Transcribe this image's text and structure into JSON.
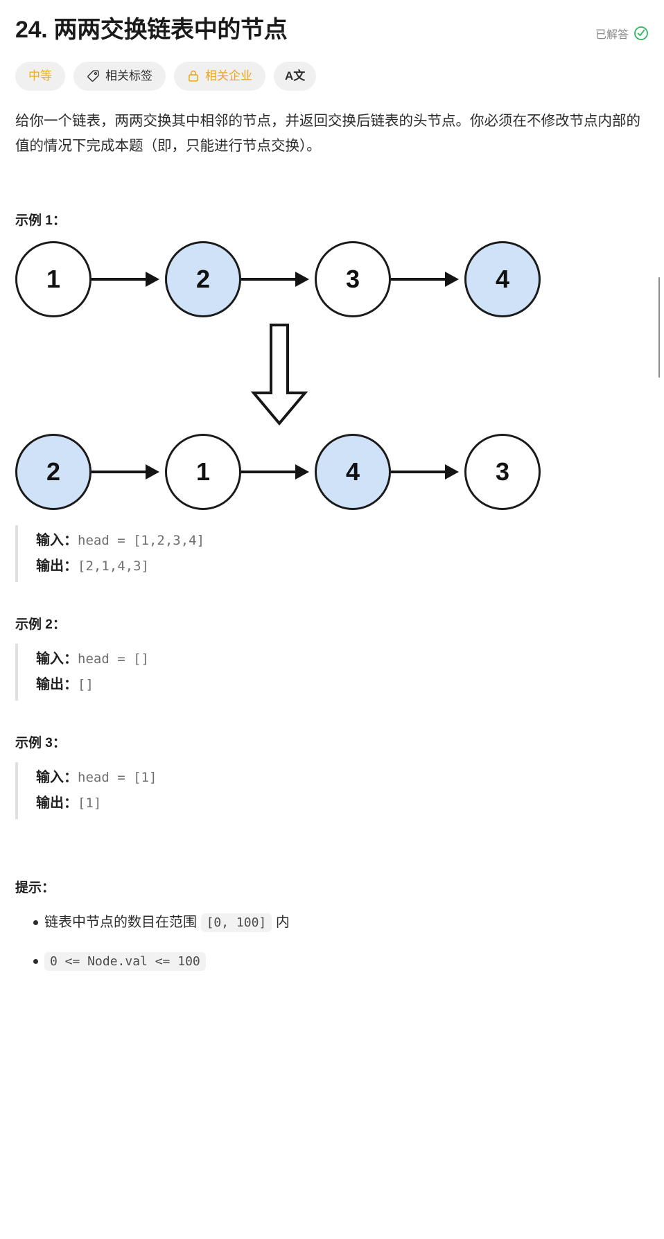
{
  "header": {
    "title": "24. 两两交换链表中的节点",
    "status_label": "已解答",
    "status_icon": "check-circle-icon",
    "status_color": "#2db55d"
  },
  "badges": [
    {
      "label": "中等",
      "icon": null,
      "color": "#f0ad19",
      "name": "difficulty-badge"
    },
    {
      "label": "相关标签",
      "icon": "tag-icon",
      "color": "#2e2e2e",
      "name": "related-tags-badge"
    },
    {
      "label": "相关企业",
      "icon": "lock-icon",
      "color": "#eba417",
      "name": "related-companies-badge"
    },
    {
      "label": "A文",
      "icon": "translate-icon",
      "color": "#2e2e2e",
      "name": "translate-badge"
    }
  ],
  "description": "给你一个链表，两两交换其中相邻的节点，并返回交换后链表的头节点。你必须在不修改节点内部的值的情况下完成本题（即，只能进行节点交换）。",
  "examples": [
    {
      "heading": "示例 1：",
      "has_figure": true,
      "figure": {
        "alt": "linked-list-swap-diagram",
        "before": [
          {
            "value": "1",
            "highlight": false
          },
          {
            "value": "2",
            "highlight": true
          },
          {
            "value": "3",
            "highlight": false
          },
          {
            "value": "4",
            "highlight": true
          }
        ],
        "after": [
          {
            "value": "2",
            "highlight": true
          },
          {
            "value": "1",
            "highlight": false
          },
          {
            "value": "4",
            "highlight": true
          },
          {
            "value": "3",
            "highlight": false
          }
        ],
        "highlight_color": "#cfe2f7",
        "node_border_color": "#1b1b1b",
        "transform_arrow": "down-arrow-icon"
      },
      "input_label": "输入：",
      "input_value": "head = [1,2,3,4]",
      "output_label": "输出：",
      "output_value": "[2,1,4,3]"
    },
    {
      "heading": "示例 2：",
      "has_figure": false,
      "input_label": "输入：",
      "input_value": "head = []",
      "output_label": "输出：",
      "output_value": "[]"
    },
    {
      "heading": "示例 3：",
      "has_figure": false,
      "input_label": "输入：",
      "input_value": "head = [1]",
      "output_label": "输出：",
      "output_value": "[1]"
    }
  ],
  "hints": {
    "heading": "提示：",
    "items": [
      {
        "prefix": "链表中节点的数目在范围 ",
        "code": "[0, 100]",
        "suffix": " 内"
      },
      {
        "prefix": "",
        "code": "0 <= Node.val <= 100",
        "suffix": ""
      }
    ]
  }
}
